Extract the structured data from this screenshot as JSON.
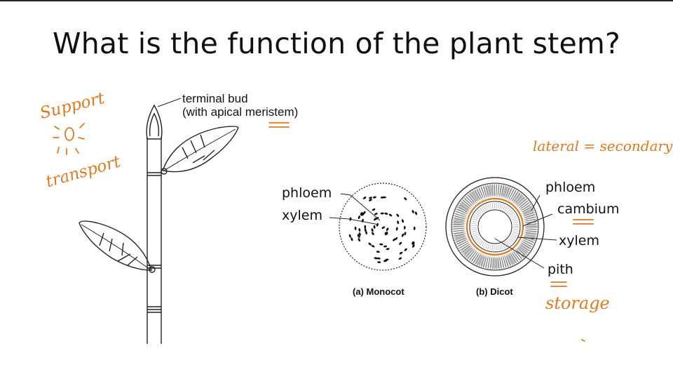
{
  "slide": {
    "title": "What is the function of the plant stem?"
  },
  "plant": {
    "bud_label_line1": "terminal bud",
    "bud_label_line2": "(with apical meristem)"
  },
  "cross_sections": {
    "monocot": {
      "caption": "(a) Monocot",
      "labels": [
        "phloem",
        "xylem"
      ]
    },
    "dicot": {
      "caption": "(b) Dicot",
      "labels": [
        "phloem",
        "cambium",
        "xylem",
        "pith"
      ]
    }
  },
  "annotations": {
    "support": "Support",
    "transport": "transport",
    "lateral": "lateral = secondary",
    "storage": "storage",
    "color": "#e07a1f"
  }
}
